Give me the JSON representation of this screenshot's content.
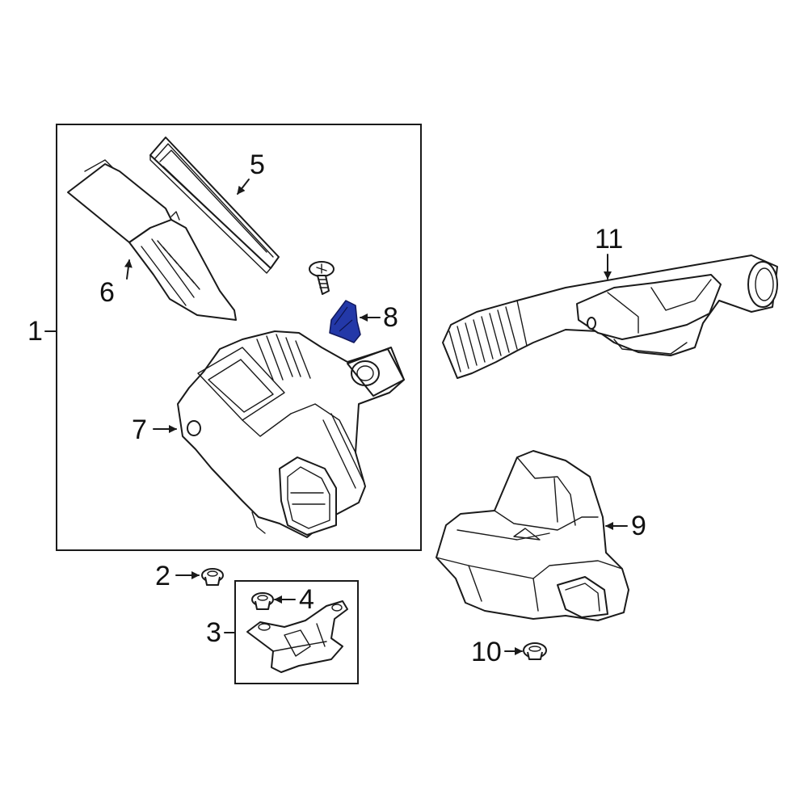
{
  "callouts": {
    "c1": "1",
    "c2": "2",
    "c3": "3",
    "c4": "4",
    "c5": "5",
    "c6": "6",
    "c7": "7",
    "c8": "8",
    "c9": "9",
    "c10": "10",
    "c11": "11"
  },
  "colors": {
    "highlight_part": "#2338a8",
    "line": "#1a1a1a",
    "background": "#ffffff"
  }
}
